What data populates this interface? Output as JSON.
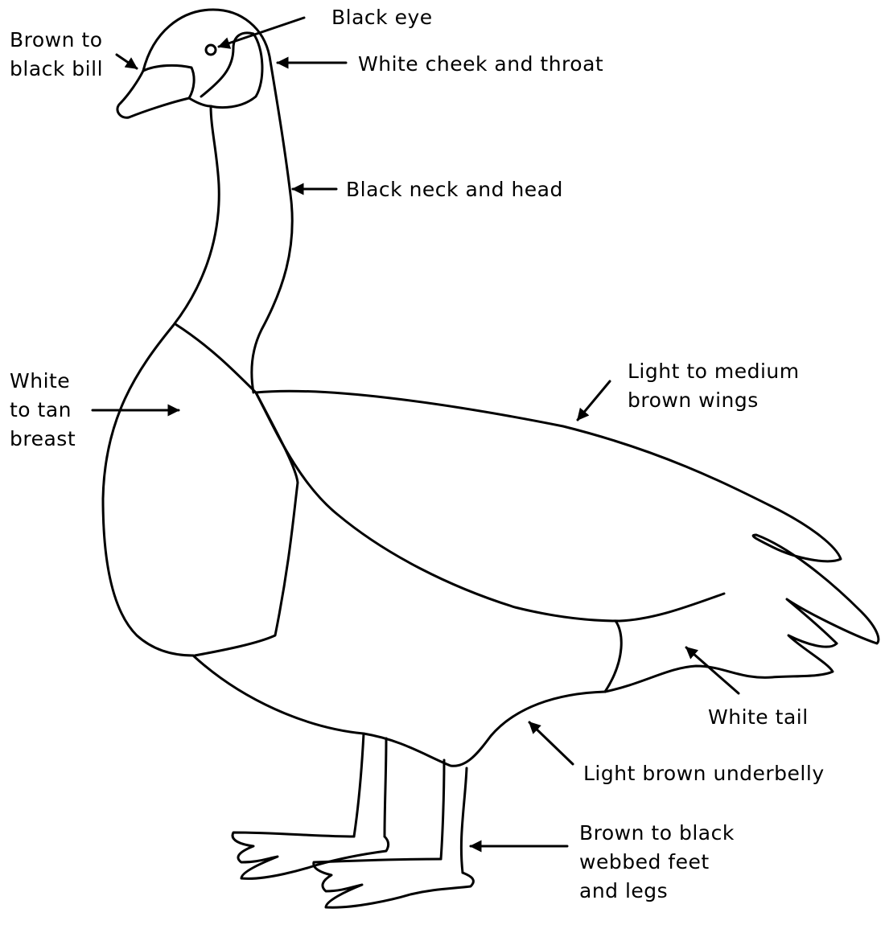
{
  "diagram": {
    "labels": {
      "bill": [
        "Brown to",
        "black bill"
      ],
      "eye": "Black eye",
      "cheek": "White cheek and throat",
      "neck": "Black neck and head",
      "breast": [
        "White",
        "to tan",
        "breast"
      ],
      "wings": [
        "Light to medium",
        "brown wings"
      ],
      "tail": "White tail",
      "underbelly": "Light brown underbelly",
      "feet": [
        "Brown to black",
        "webbed feet",
        "and legs"
      ]
    }
  }
}
